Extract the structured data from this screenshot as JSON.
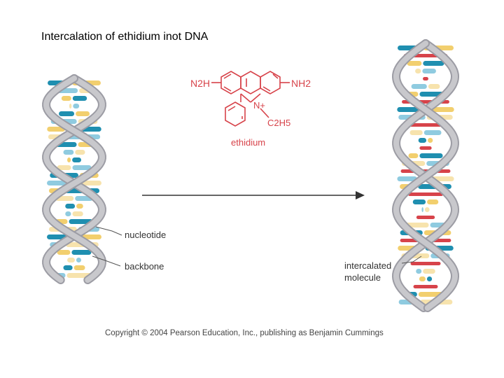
{
  "title": "Intercalation of ethidium inot DNA",
  "molecule": {
    "name": "ethidium",
    "left_group": "N2H",
    "right_group": "NH2",
    "n_plus": "N+",
    "ethyl": "C2H5"
  },
  "labels": {
    "nucleotide": "nucleotide",
    "backbone": "backbone",
    "intercalated_line1": "intercalated",
    "intercalated_line2": "molecule"
  },
  "copyright": "Copyright © 2004 Pearson Education, Inc., publishing as Benjamin Cummings",
  "colors": {
    "teal": "#1f8fb0",
    "light_blue": "#8fcbe0",
    "yellow": "#f2cf6e",
    "cream": "#f7e3ad",
    "red": "#d7434a",
    "backbone": "#c8c8cc"
  }
}
